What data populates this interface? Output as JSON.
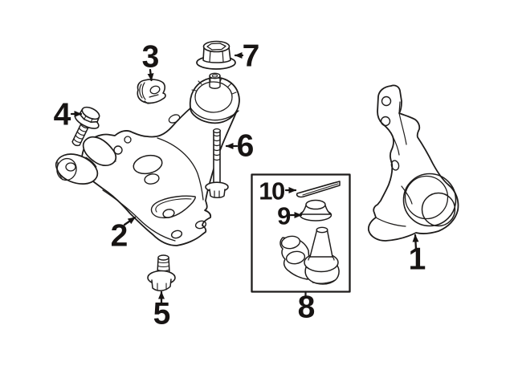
{
  "figure": {
    "background": "#ffffff",
    "stroke_color": "#1e1c1b",
    "label_color": "#171413"
  },
  "callouts": [
    {
      "number": "1",
      "part": "steering-knuckle"
    },
    {
      "number": "2",
      "part": "lower-control-arm"
    },
    {
      "number": "3",
      "part": "clamp-clip"
    },
    {
      "number": "4",
      "part": "front-flange-bolt"
    },
    {
      "number": "5",
      "part": "rear-flange-bolt"
    },
    {
      "number": "6",
      "part": "long-mount-bolt"
    },
    {
      "number": "7",
      "part": "flange-nut"
    },
    {
      "number": "8",
      "part": "ball-joint-kit"
    },
    {
      "number": "9",
      "part": "dust-cover"
    },
    {
      "number": "10",
      "part": "set-ring"
    }
  ]
}
